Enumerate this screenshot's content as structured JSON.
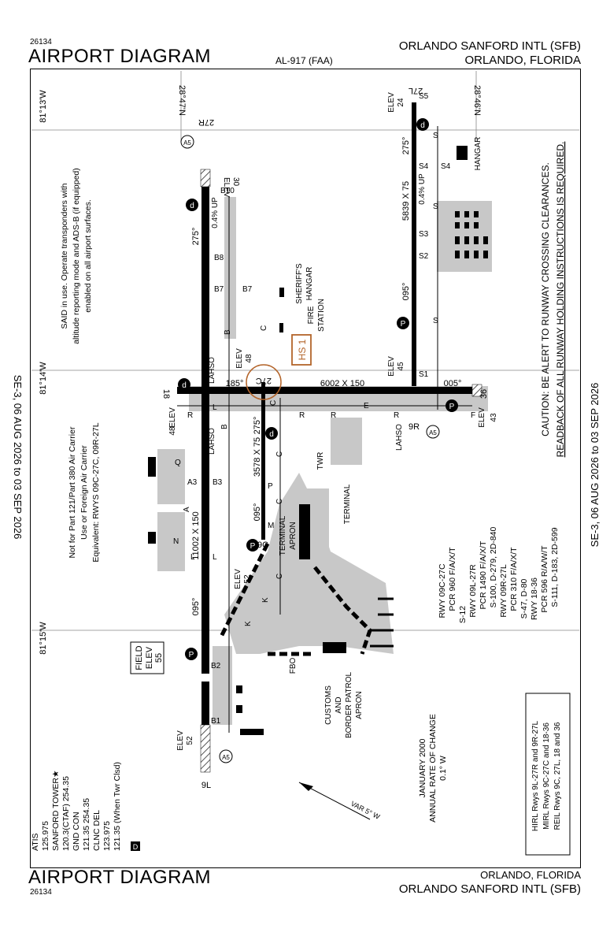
{
  "header": {
    "id": "26134",
    "title": "AIRPORT DIAGRAM",
    "ref": "AL-917 (FAA)",
    "airport": "ORLANDO SANFORD INTL (SFB)",
    "city": "ORLANDO, FLORIDA"
  },
  "footer": {
    "id": "26134",
    "title": "AIRPORT DIAGRAM",
    "city": "ORLANDO, FLORIDA",
    "airport": "ORLANDO SANFORD INTL (SFB)"
  },
  "margin": {
    "left": "SE-3, 06 AUG 2026 to 03 SEP 2026",
    "right": "SE-3, 06 AUG 2026 to 03 SEP 2026"
  },
  "coords": {
    "lat_n1": "28°47'N",
    "lat_n2": "28°46'N",
    "lon_1": "81°13'W",
    "lon_2": "81°14'W",
    "lon_3": "81°15'W"
  },
  "caution": {
    "line1": "CAUTION: BE ALERT TO RUNWAY CROSSING CLEARANCES.",
    "line2": "READBACK OF ALL RUNWAY HOLDING INSTRUCTIONS IS REQUIRED."
  },
  "said": {
    "line1": "SAID in use. Operate transponders with",
    "line2": "altitude reporting mode and ADS-B (if equipped)",
    "line3": "enabled on all airport surfaces."
  },
  "not_part": {
    "line1": "Not for Part 121/Part 380 Air Carrier",
    "line2": "Use or Foreign Air Carrier",
    "line3": "Equivalent: RWYS 09C-27C, 09R-27L"
  },
  "runways": {
    "main_dim": "11002 X 150",
    "main_hdg_a": "275°",
    "main_hdg_b": "095°",
    "main_slope": "0.4% UP",
    "main_end_w": "9L",
    "main_end_e": "27R",
    "main_elev_e_label": "ELEV",
    "main_elev_e": "30",
    "main_elev_w_label": "ELEV",
    "main_elev_w": "52",
    "cross_dim": "6002 X 150",
    "cross_hdg_n": "005°",
    "cross_hdg_s": "185°",
    "cross_end_n": "36",
    "cross_end_s": "18",
    "center_dim": "3578 X 75",
    "center_hdg_a": "275°",
    "center_hdg_b": "095°",
    "center_end_e": "27C",
    "center_end_w": "9C",
    "center_elev_label": "ELEV",
    "center_elev_e": "48",
    "center_elev_w": "52",
    "south_dim": "5839 X 75",
    "south_hdg_a": "275°",
    "south_hdg_b": "095°",
    "south_slope": "0.4% UP",
    "south_end_e": "27L",
    "south_end_w": "9R",
    "south_elev_label": "ELEV",
    "south_elev_e": "24",
    "south_elev_w": "45",
    "cross_elev_s": "48",
    "cross_elev_n": "43",
    "cross_elev_label": "ELEV"
  },
  "field_elev": {
    "label1": "FIELD",
    "label2": "ELEV",
    "value": "55"
  },
  "hotspot": "HS 1",
  "labels": {
    "lahso": "LAHSO",
    "sheriff1": "SHERIFF'S",
    "sheriff2": "HANGAR",
    "fire1": "FIRE",
    "fire2": "STATION",
    "hangar": "HANGAR",
    "terminal": "TERMINAL",
    "terminal_apron1": "TERMINAL",
    "terminal_apron2": "APRON",
    "twr": "TWR",
    "fbo": "FBO",
    "customs1": "CUSTOMS",
    "customs2": "AND",
    "customs3": "BORDER PATROL",
    "customs4": "APRON",
    "var": "VAR 5° W",
    "jan1": "JANUARY 2000",
    "jan2": "ANNUAL RATE OF CHANGE",
    "jan3": "0.1° W"
  },
  "taxiways": [
    "B10",
    "B8",
    "B7",
    "B7",
    "B",
    "B",
    "B3",
    "B2",
    "B1",
    "A3",
    "A",
    "C",
    "C",
    "C",
    "C",
    "C",
    "K",
    "K",
    "M",
    "P",
    "Q",
    "R",
    "R",
    "R",
    "R",
    "E",
    "F",
    "L",
    "L",
    "L",
    "N",
    "S",
    "S",
    "S",
    "S1",
    "S2",
    "S3",
    "S4",
    "S4",
    "S5"
  ],
  "pcr": {
    "l1": "RWY 09C-27C",
    "l2": "PCR 960 F/A/X/T",
    "l3": "S-12",
    "l4": "RWY 09L-27R",
    "l5": "PCR 1490 F/A/X/T",
    "l6": "S-100, D-279, 2D-840",
    "l7": "RWY 09R-27L",
    "l8": "PCR 310 F/A/X/T",
    "l9": "S-47, D-80",
    "l10": "RWY 18-36",
    "l11": "PCR 596 R/A/W/T",
    "l12": "S-111, D-183, 2D-599"
  },
  "lighting": {
    "l1": "HIRL Rwys 9L-27R and 9R-27L",
    "l2": "MIRL Rwys 9C-27C and 18-36",
    "l3": "REIL Rwys 9C, 27L, 18 and 36"
  },
  "comms": {
    "l1": "ATIS",
    "l2": "125.975",
    "l3": "SANFORD TOWER★",
    "l4": "120.3(CTAF) 254.35",
    "l5": "GND CON",
    "l6": "121.35  254.35",
    "l7": "CLNC DEL",
    "l8": "123.975",
    "l9": "121.35 (When Twr Clsd)"
  },
  "markers": {
    "d": "d",
    "p": "P",
    "a5": "A5",
    "l": "L",
    "D": "D"
  }
}
